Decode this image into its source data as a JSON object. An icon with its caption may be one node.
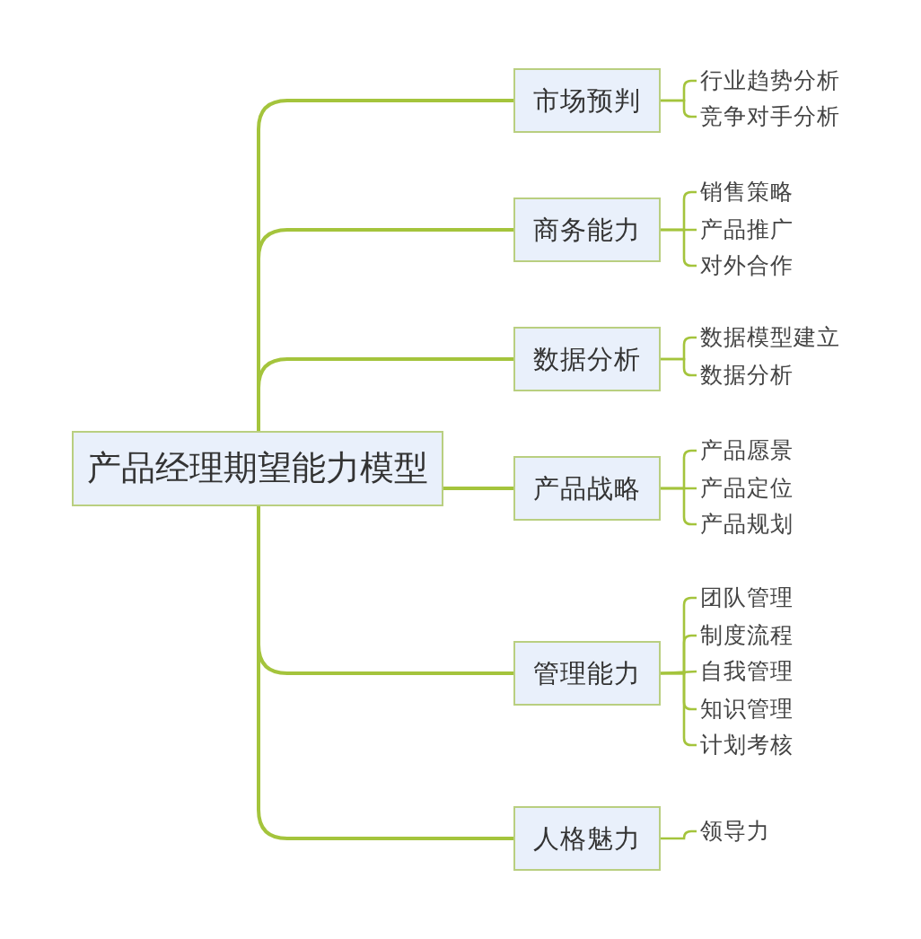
{
  "diagram": {
    "nodes": [
      {
        "text": [
          "产品经理期望能力模型"
        ]
      },
      {
        "text": [
          "市场预判"
        ]
      },
      {
        "text": [
          "商务能力"
        ]
      },
      {
        "text": [
          "数据分析"
        ]
      },
      {
        "text": [
          "产品战略"
        ]
      },
      {
        "text": [
          "管理能力"
        ]
      },
      {
        "text": [
          "人格魅力"
        ]
      },
      {
        "text": [
          "行业趋势分析"
        ]
      },
      {
        "text": [
          "竞争对手分析"
        ]
      },
      {
        "text": [
          "销售策略"
        ]
      },
      {
        "text": [
          "产品推广"
        ]
      },
      {
        "text": [
          "对外合作"
        ]
      },
      {
        "text": [
          "数据模型建立"
        ]
      },
      {
        "text": [
          "数据分析"
        ]
      },
      {
        "text": [
          "产品愿景"
        ]
      },
      {
        "text": [
          "产品定位"
        ]
      },
      {
        "text": [
          "产品规划"
        ]
      },
      {
        "text": [
          "团队管理"
        ]
      },
      {
        "text": [
          "制度流程"
        ]
      },
      {
        "text": [
          "自我管理"
        ]
      },
      {
        "text": [
          "知识管理"
        ]
      },
      {
        "text": [
          "计划考核"
        ]
      },
      {
        "text": [
          "领导力"
        ]
      }
    ],
    "edges": [
      {
        "from": 0,
        "to": 1,
        "arrow": "none"
      },
      {
        "from": 0,
        "to": 2,
        "arrow": "none"
      },
      {
        "from": 0,
        "to": 3,
        "arrow": "none"
      },
      {
        "from": 0,
        "to": 4,
        "arrow": "none"
      },
      {
        "from": 0,
        "to": 5,
        "arrow": "none"
      },
      {
        "from": 0,
        "to": 6,
        "arrow": "none"
      },
      {
        "from": 1,
        "to": 7,
        "arrow": "none"
      },
      {
        "from": 1,
        "to": 8,
        "arrow": "none"
      },
      {
        "from": 2,
        "to": 9,
        "arrow": "none"
      },
      {
        "from": 2,
        "to": 10,
        "arrow": "none"
      },
      {
        "from": 2,
        "to": 11,
        "arrow": "none"
      },
      {
        "from": 3,
        "to": 12,
        "arrow": "none"
      },
      {
        "from": 3,
        "to": 13,
        "arrow": "none"
      },
      {
        "from": 4,
        "to": 14,
        "arrow": "none"
      },
      {
        "from": 4,
        "to": 15,
        "arrow": "none"
      },
      {
        "from": 4,
        "to": 16,
        "arrow": "none"
      },
      {
        "from": 5,
        "to": 17,
        "arrow": "none"
      },
      {
        "from": 5,
        "to": 18,
        "arrow": "none"
      },
      {
        "from": 5,
        "to": 19,
        "arrow": "none"
      },
      {
        "from": 5,
        "to": 20,
        "arrow": "none"
      },
      {
        "from": 5,
        "to": 21,
        "arrow": "none"
      },
      {
        "from": 6,
        "to": 22,
        "arrow": "none"
      }
    ]
  }
}
